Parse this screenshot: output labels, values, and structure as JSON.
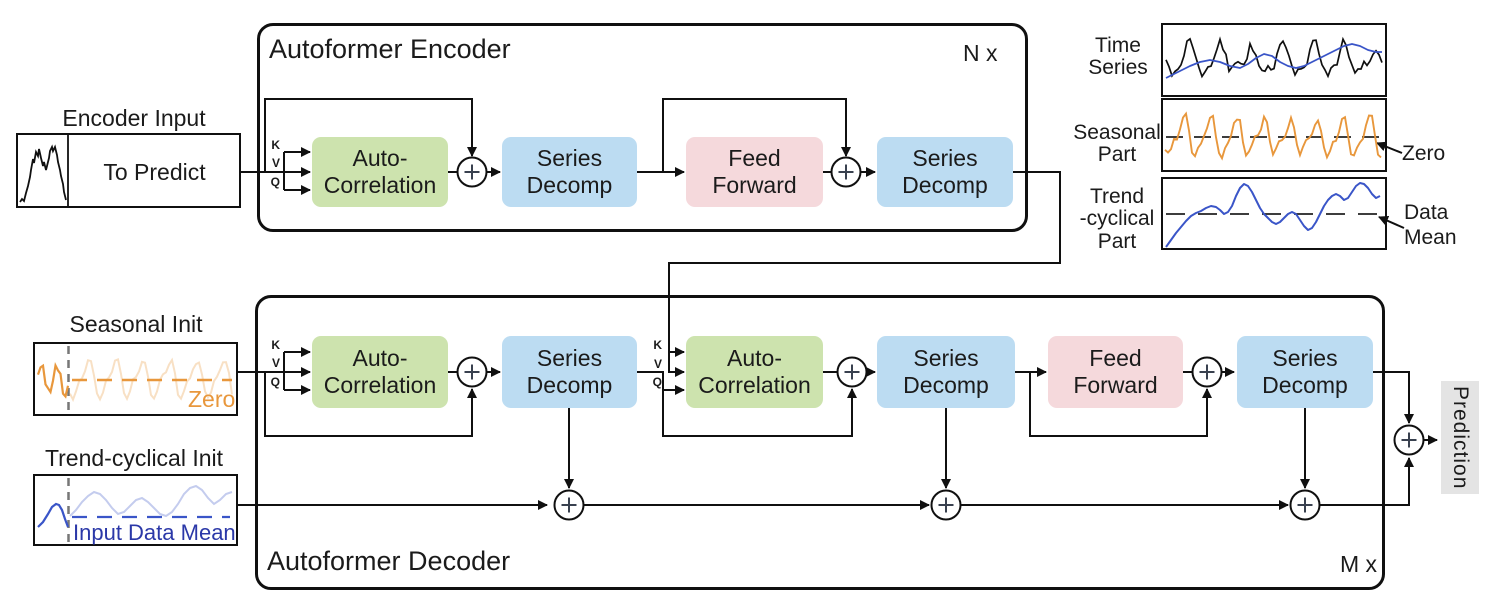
{
  "encoder": {
    "title": "Autoformer Encoder",
    "repeat": "N x",
    "input_label": "Encoder Input",
    "input_text": "To Predict",
    "blocks": {
      "ac": "Auto-\nCorrelation",
      "sd1": "Series\nDecomp",
      "ff": "Feed\nForward",
      "sd2": "Series\nDecomp"
    }
  },
  "decoder": {
    "title": "Autoformer Decoder",
    "repeat": "M x",
    "seasonal_init_label": "Seasonal Init",
    "seasonal_init_annotation": "Zero",
    "trend_init_label": "Trend-cyclical Init",
    "trend_init_annotation": "Input Data Mean",
    "blocks": {
      "ac1": "Auto-\nCorrelation",
      "sd1": "Series\nDecomp",
      "ac2": "Auto-\nCorrelation",
      "sd2": "Series\nDecomp",
      "ff": "Feed\nForward",
      "sd3": "Series\nDecomp"
    }
  },
  "qkv": {
    "k": "K",
    "v": "V",
    "q": "Q"
  },
  "legend": {
    "time_series": "Time\nSeries",
    "seasonal": "Seasonal\nPart",
    "trend": "Trend\n-cyclical\nPart",
    "zero": "Zero",
    "data_mean": "Data\nMean"
  },
  "prediction_label": "Prediction",
  "colors": {
    "auto_correlation": "#cde3ae",
    "series_decomp": "#bcdcf2",
    "feed_forward": "#f5d9dc",
    "seasonal_orange": "#e8973c",
    "trend_blue": "#3a55c8",
    "init_text_blue": "#2b38a8",
    "prediction_bg": "#e4e4e4",
    "line": "#101010"
  }
}
